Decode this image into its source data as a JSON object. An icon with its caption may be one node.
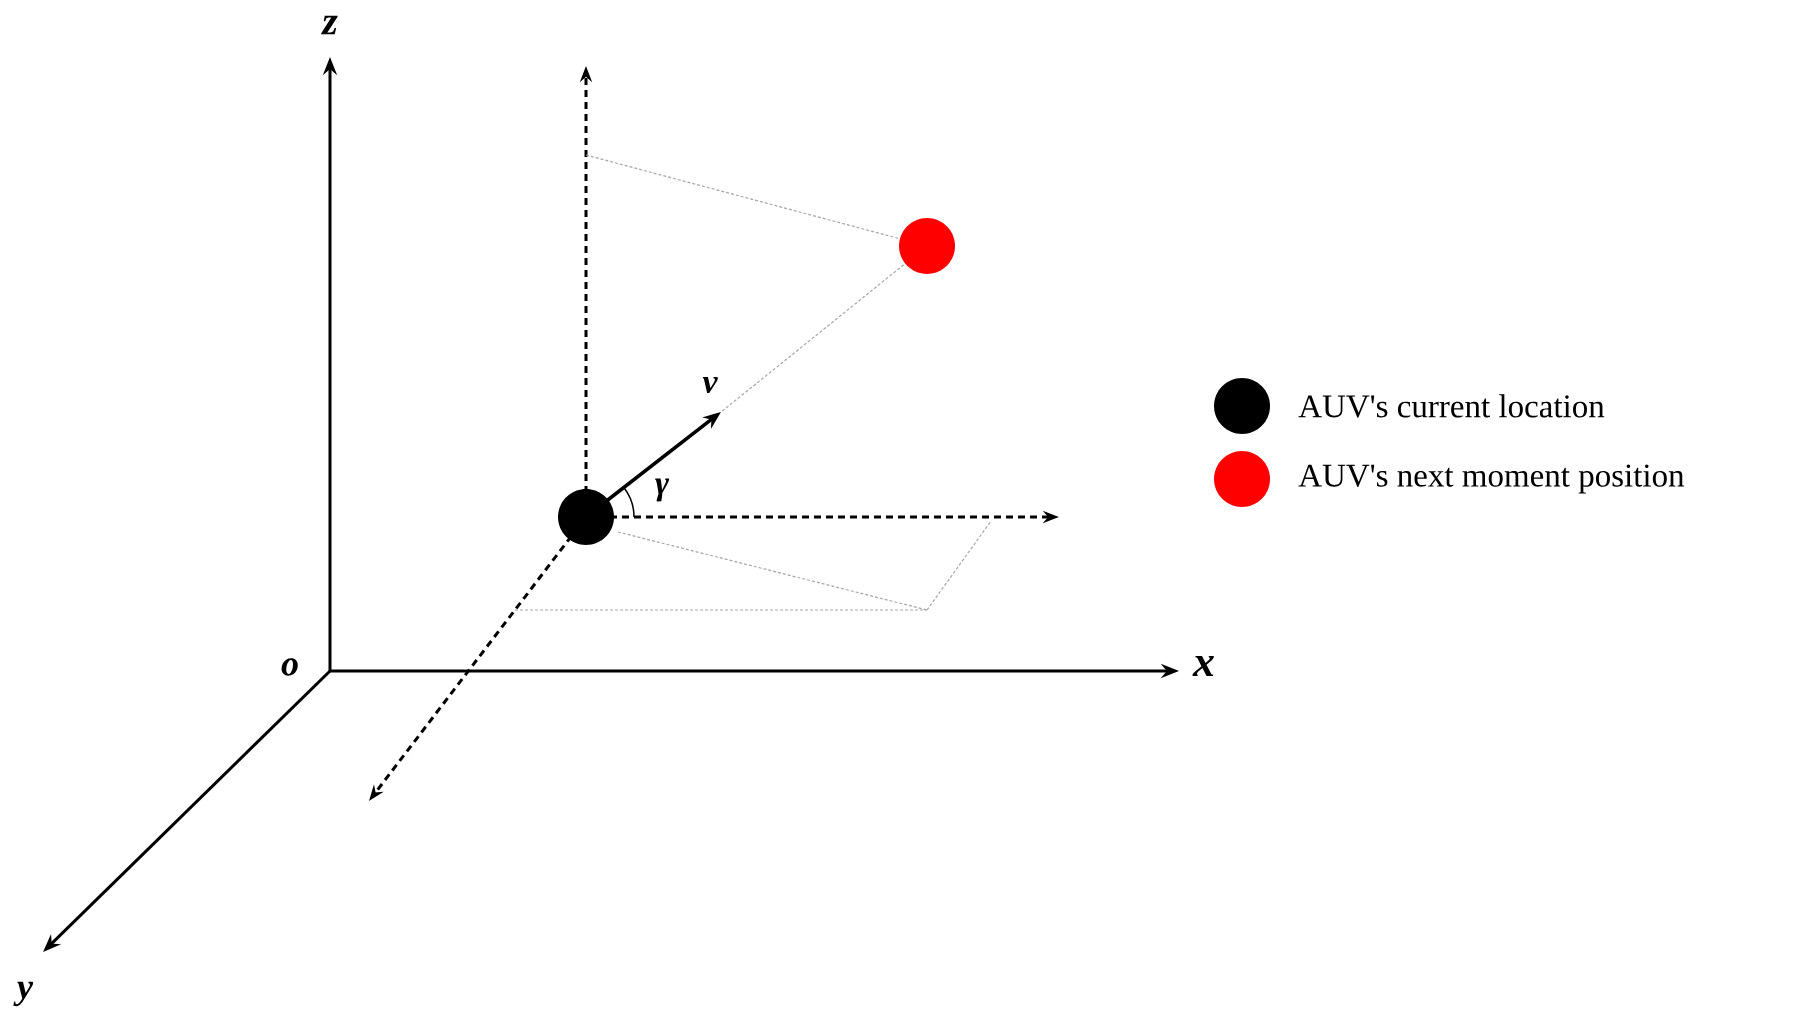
{
  "diagram": {
    "nodes": [
      {
        "text": [],
        "shape": "circle"
      },
      {
        "text": [],
        "shape": "circle"
      }
    ],
    "labels": [
      "z",
      "v",
      "γ",
      "o",
      "x",
      "y"
    ],
    "legend": [
      {
        "text": "AUV's current location",
        "color": "#000000"
      },
      {
        "text": "AUV's next moment position",
        "color": "#ff0000"
      }
    ]
  }
}
